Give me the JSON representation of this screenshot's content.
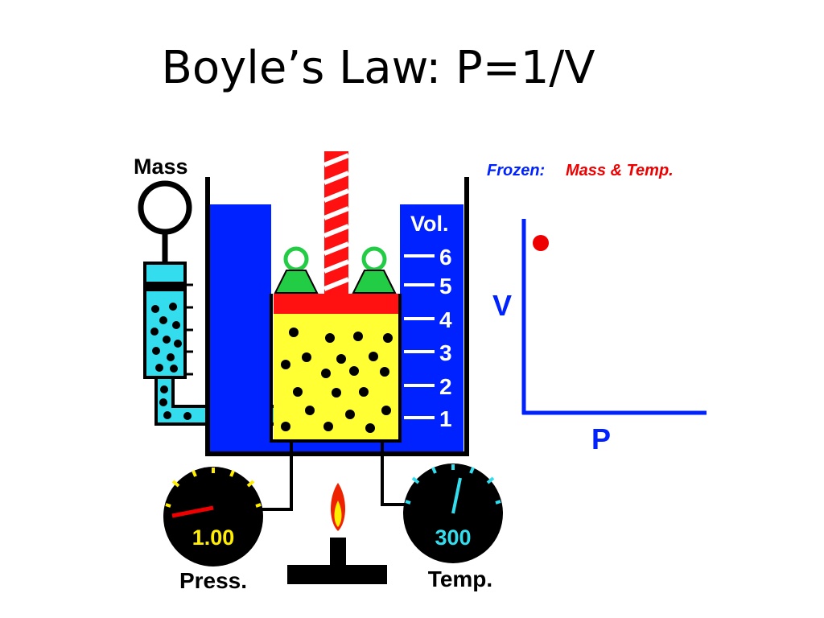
{
  "slide": {
    "title": "Boyle’s Law: P=1/V"
  },
  "apparatus": {
    "mass_label": "Mass",
    "volume_label": "Vol.",
    "volume_ticks": [
      "1",
      "2",
      "3",
      "4",
      "5",
      "6"
    ],
    "pressure_label": "Press.",
    "pressure_value": "1.00",
    "temperature_label": "Temp.",
    "temperature_value": "300"
  },
  "graph": {
    "frozen_prefix": "Frozen:",
    "frozen_vars": "Mass & Temp.",
    "x_label": "P",
    "y_label": "V"
  },
  "colors": {
    "water": "#0022ff",
    "gas": "#ffff33",
    "piston": "#ff1111",
    "weight": "#22cc44",
    "manometer": "#33ddee",
    "dial_pressure": "#ffee00",
    "dial_temperature": "#33ddee",
    "point": "#ee0000"
  },
  "icons": [
    "mass-ring-icon",
    "flame-icon",
    "burner-icon",
    "pressure-gauge-icon",
    "temperature-gauge-icon"
  ]
}
